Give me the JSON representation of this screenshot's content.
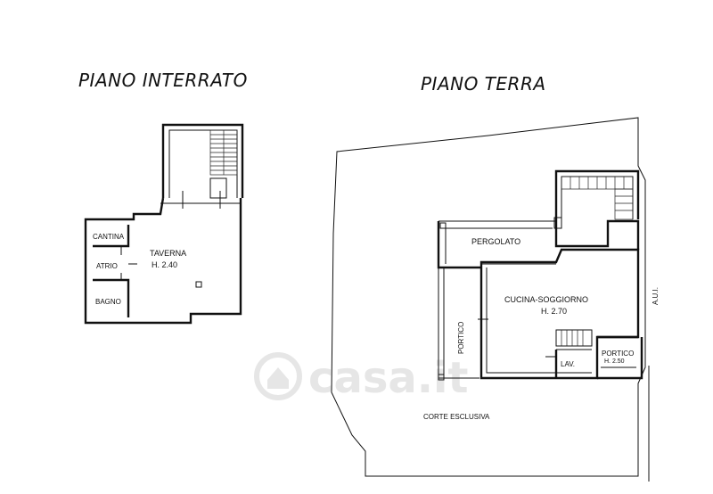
{
  "titles": {
    "basement": "PIANO INTERRATO",
    "ground": "PIANO TERRA"
  },
  "basement_rooms": {
    "cantina": "CANTINA",
    "atrio": "ATRIO",
    "bagno": "BAGNO",
    "taverna": "TAVERNA",
    "taverna_height": "H. 2.40"
  },
  "ground_rooms": {
    "pergolato": "PERGOLATO",
    "cucina": "CUCINA-SOGGIORNO",
    "cucina_height": "H. 2.70",
    "portico_left": "PORTICO",
    "portico_right": "PORTICO",
    "portico_right_height": "H. 2.50",
    "lav": "LAV.",
    "corte": "CORTE ESCLUSIVA",
    "aui": "A.U.I."
  },
  "watermark": "casa.it"
}
